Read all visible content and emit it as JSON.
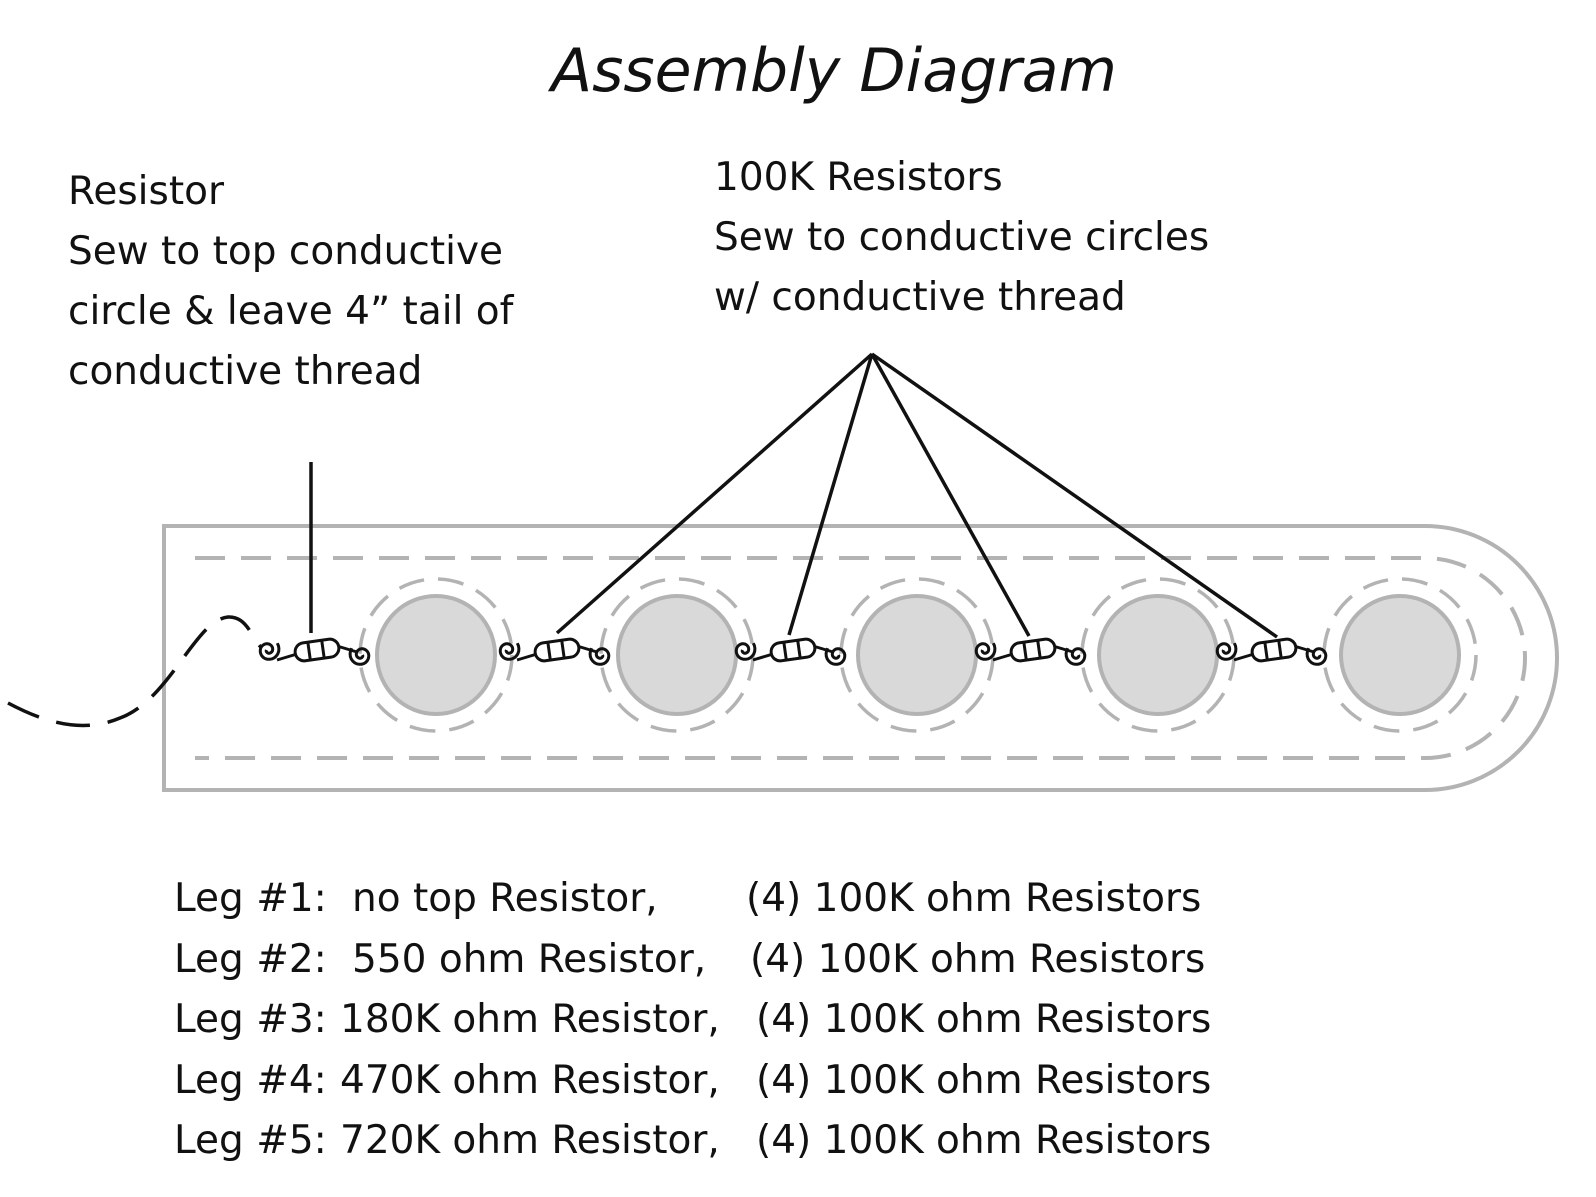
{
  "title": "Assembly Diagram",
  "notes": {
    "top_resistor": [
      "Resistor",
      "Sew to top conductive",
      "circle & leave 4” tail of",
      "conductive thread"
    ],
    "resistors_100k": [
      "100K Resistors",
      "Sew to conductive circles",
      "w/ conductive thread"
    ]
  },
  "legend": [
    {
      "leg": "Leg #1:",
      "top": "no top Resistor,",
      "resistors": "(4) 100K ohm Resistors"
    },
    {
      "leg": "Leg #2:",
      "top": "550 ohm Resistor,",
      "resistors": "(4) 100K ohm Resistors"
    },
    {
      "leg": "Leg #3:",
      "top": "180K ohm Resistor,",
      "resistors": "(4) 100K ohm Resistors"
    },
    {
      "leg": "Leg #4:",
      "top": "470K ohm Resistor,",
      "resistors": "(4) 100K ohm Resistors"
    },
    {
      "leg": "Leg #5:",
      "top": "720K ohm Resistor,",
      "resistors": "(4) 100K ohm Resistors"
    }
  ],
  "colors": {
    "outline": "#b3b3b3",
    "circle_fill": "#d9d9d9",
    "ink": "#111111"
  }
}
